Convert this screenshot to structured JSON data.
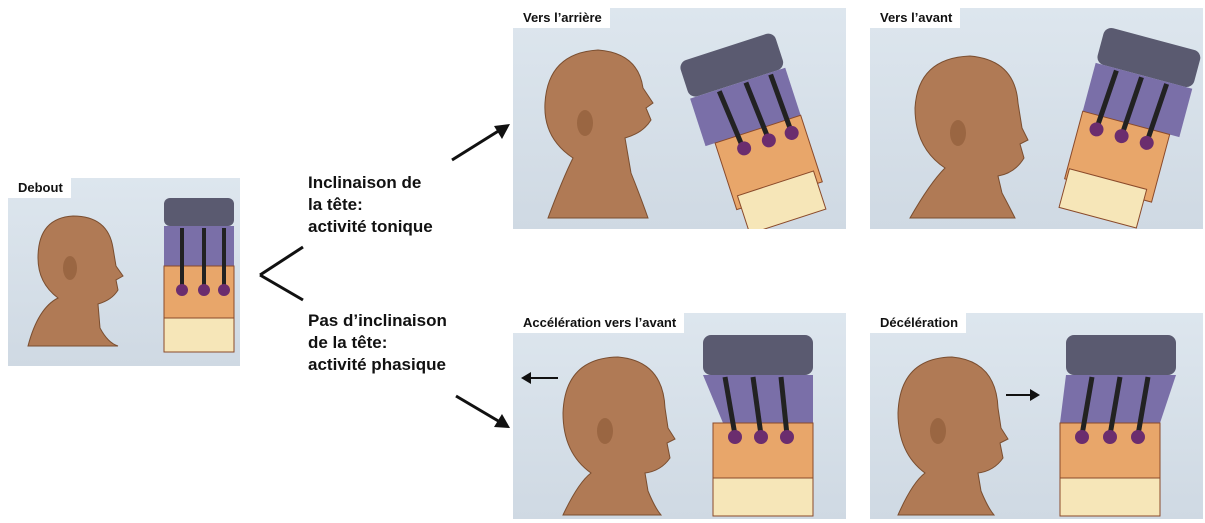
{
  "panels": {
    "debout": {
      "label": "Debout"
    },
    "arriere": {
      "label": "Vers l’arrière"
    },
    "avant": {
      "label": "Vers l’avant"
    },
    "acceleration": {
      "label": "Accélération vers l’avant"
    },
    "deceleration": {
      "label": "Décélération"
    }
  },
  "captions": {
    "tilt": {
      "line1": "Inclinaison de",
      "line2": "la tête:",
      "line3": "activité tonique"
    },
    "no_tilt": {
      "line1": "Pas d’inclinaison",
      "line2": "de la tête:",
      "line3": "activité phasique"
    }
  },
  "colors": {
    "panel_bg": "#d6e0ea",
    "skin": "#b07a55",
    "skin_dark": "#8a5a3a",
    "cupula": "#7a6fa8",
    "otoconia": "#5a5a70",
    "cells": "#e8a66a",
    "nucleus": "#6b2d6e",
    "base": "#f6e6b8"
  }
}
